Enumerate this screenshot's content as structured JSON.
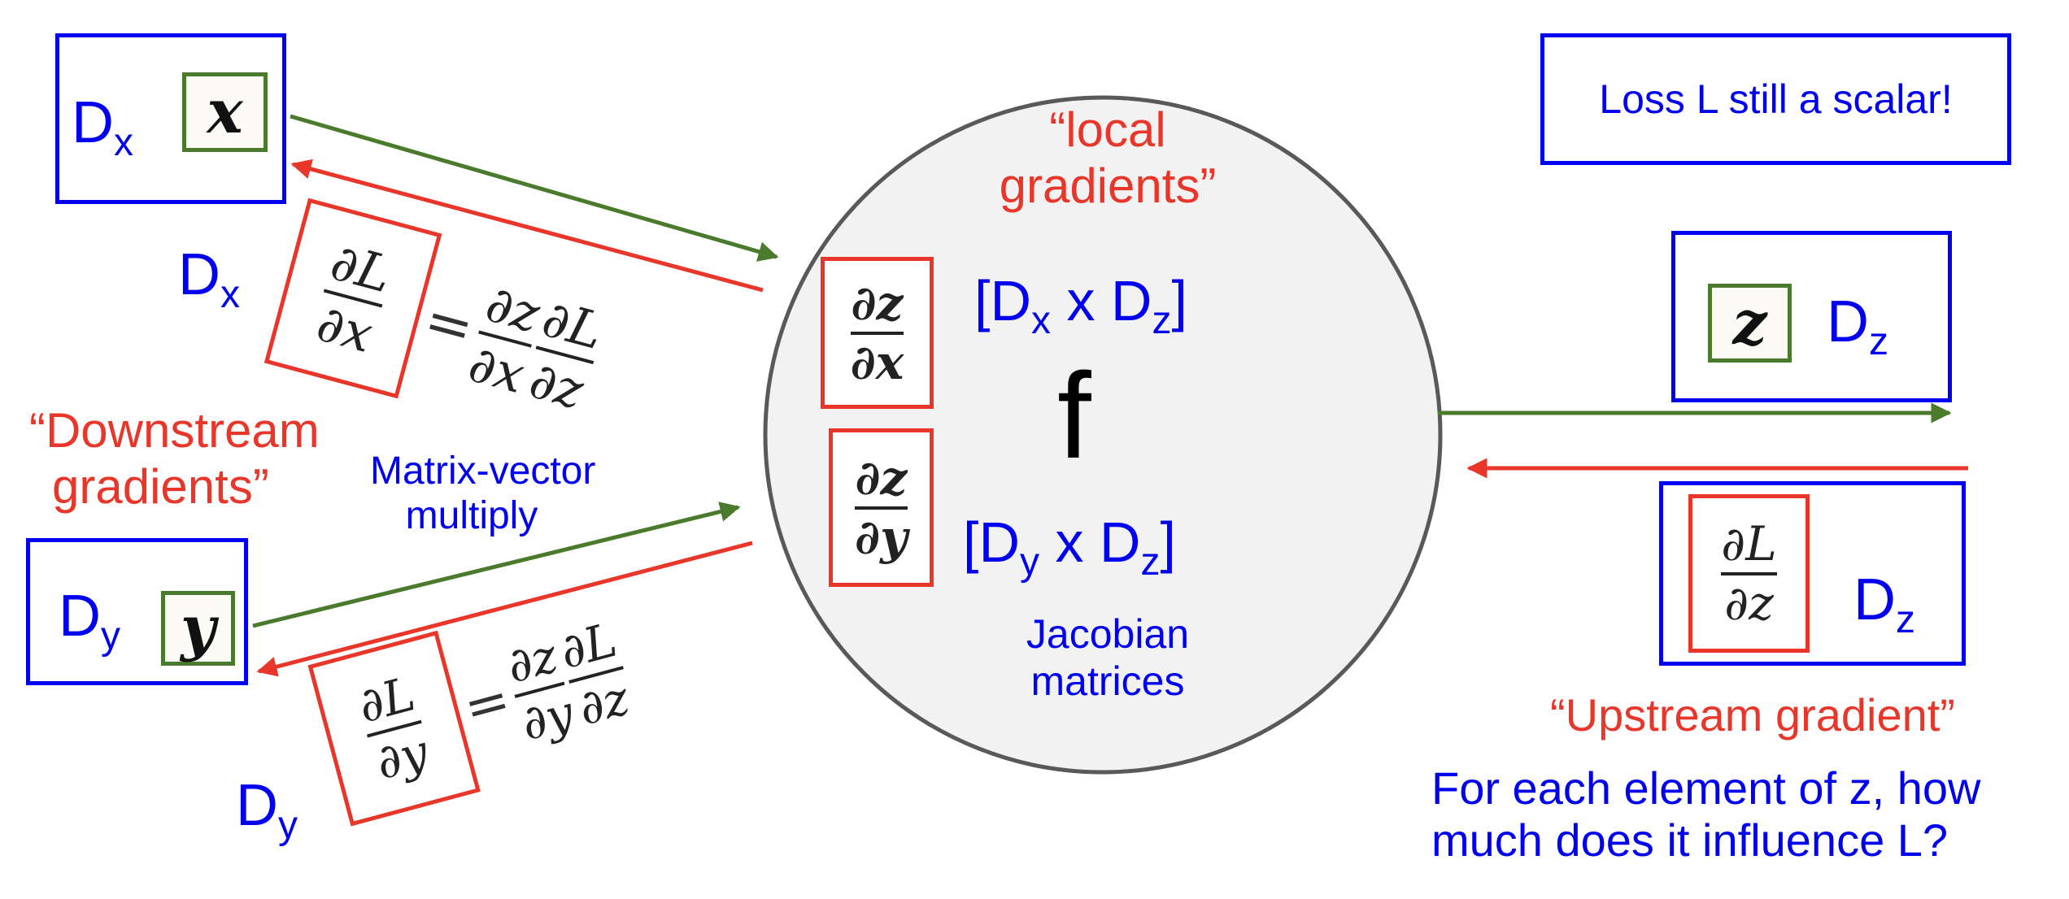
{
  "colors": {
    "blue": "#0000ee",
    "red": "#e8372a",
    "green": "#4a7a2c",
    "node_fill": "#f2f2f2",
    "node_stroke": "#595959"
  },
  "inputs": {
    "x": {
      "dim": "D",
      "dim_sub": "x",
      "var": "x"
    },
    "y": {
      "dim": "D",
      "dim_sub": "y",
      "var": "y"
    }
  },
  "downstream": {
    "x": {
      "dim": "D",
      "dim_sub": "x",
      "lhs_num": "∂L",
      "lhs_den": "∂x",
      "eq": "=",
      "r1_num": "∂z",
      "r1_den": "∂x",
      "r2_num": "∂L",
      "r2_den": "∂z"
    },
    "y": {
      "dim": "D",
      "dim_sub": "y",
      "lhs_num": "∂L",
      "lhs_den": "∂y",
      "eq": "=",
      "r1_num": "∂z",
      "r1_den": "∂y",
      "r2_num": "∂L",
      "r2_den": "∂z"
    }
  },
  "labels": {
    "downstream_line1": "“Downstream",
    "downstream_line2": "gradients”",
    "matvec_line1": "Matrix-vector",
    "matvec_line2": "multiply",
    "local_line1": "“local",
    "local_line2": "gradients”",
    "jacobian_line1": "Jacobian",
    "jacobian_line2": "matrices",
    "loss_note": "Loss L still a scalar!",
    "upstream": "“Upstream gradient”",
    "question_line1": "For each element of z, how",
    "question_line2": "much does it influence L?"
  },
  "node": {
    "function": "f",
    "jac_x": {
      "num": "∂z",
      "den": "∂x",
      "shape_open": "[D",
      "shape_sub1": "x",
      "shape_mid": " x D",
      "shape_sub2": "z",
      "shape_close": "]"
    },
    "jac_y": {
      "num": "∂z",
      "den": "∂y",
      "shape_open": "[D",
      "shape_sub1": "y",
      "shape_mid": " x D",
      "shape_sub2": "z",
      "shape_close": "]"
    }
  },
  "output": {
    "var": "z",
    "dim": "D",
    "dim_sub": "z"
  },
  "upstream_grad": {
    "num": "∂L",
    "den": "∂z",
    "dim": "D",
    "dim_sub": "z"
  }
}
